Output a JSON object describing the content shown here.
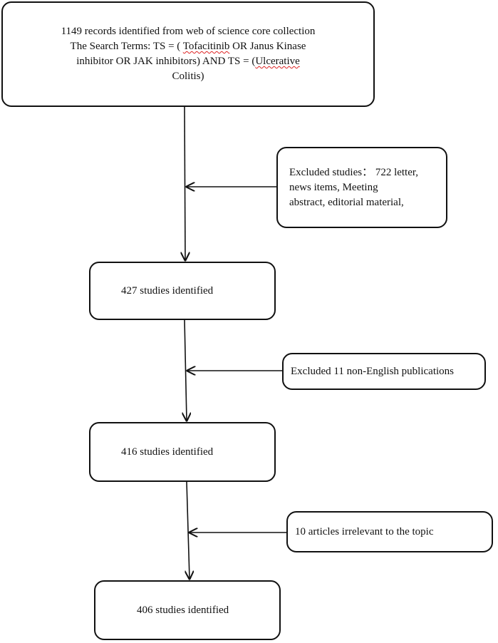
{
  "search_box": {
    "line1": "1149 records identified from web of science core collection",
    "line2_prefix": "The Search Terms: TS = ( ",
    "line2_term": "Tofacitinib",
    "line2_suffix": " OR Janus Kinase",
    "line3": "inhibitor OR JAK inhibitors) AND TS = (",
    "line3_term": "Ulcerative",
    "line4": "Colitis)"
  },
  "exclusion1": {
    "line1": "Excluded studies： 722 letter,",
    "line2": "news items, Meeting",
    "line3": "abstract, editorial material,"
  },
  "step_427": {
    "label": "427 studies identified"
  },
  "exclusion2": {
    "label": "Excluded 11 non-English publications"
  },
  "step_416": {
    "label": "416 studies identified"
  },
  "exclusion3": {
    "label": "10 articles irrelevant to the topic"
  },
  "step_406": {
    "label": "406 studies identified"
  },
  "colors": {
    "stroke": "#111111",
    "spellcheck_underline": "#dd2222"
  }
}
